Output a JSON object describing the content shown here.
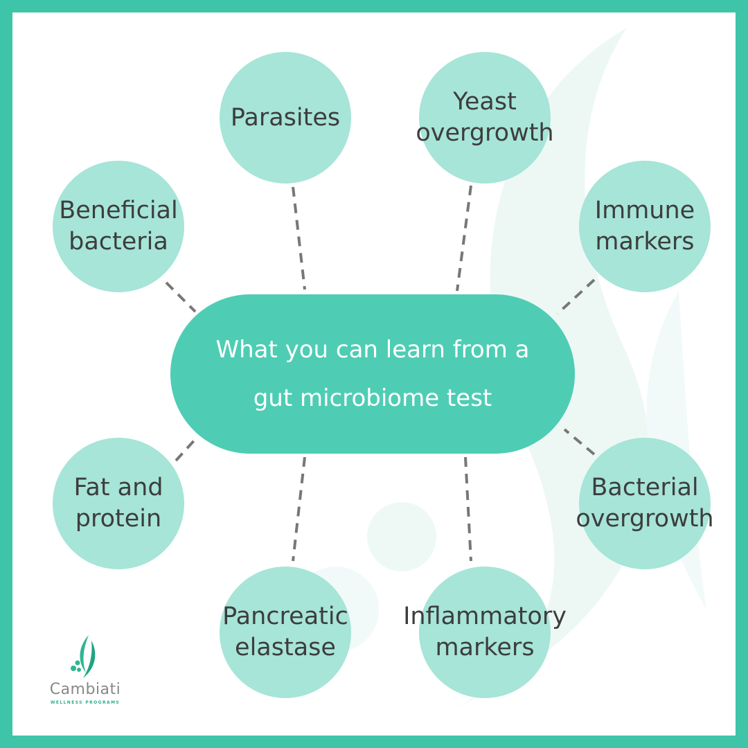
{
  "center": {
    "text": "What you can learn from a\ngut microbiome test"
  },
  "nodes": {
    "parasites": "Parasites",
    "yeast": "Yeast\novergrowth",
    "beneficial": "Beneficial\nbacteria",
    "immune": "Immune\nmarkers",
    "fat": "Fat and\nprotein",
    "bacterial": "Bacterial\novergrowth",
    "pancreatic": "Pancreatic\nelastase",
    "inflammatory": "Inflammatory\nmarkers"
  },
  "logo": {
    "name": "Cambiati",
    "tagline": "WELLNESS PROGRAMS"
  },
  "colors": {
    "border": "#3ec4a9",
    "center_fill": "#4ecdb4",
    "node_fill": "#a6e5d8",
    "connector": "#777777",
    "node_text": "#3d3d3d"
  },
  "icons": [
    "leaf-watermark-icon",
    "cambiati-leaf-icon"
  ]
}
